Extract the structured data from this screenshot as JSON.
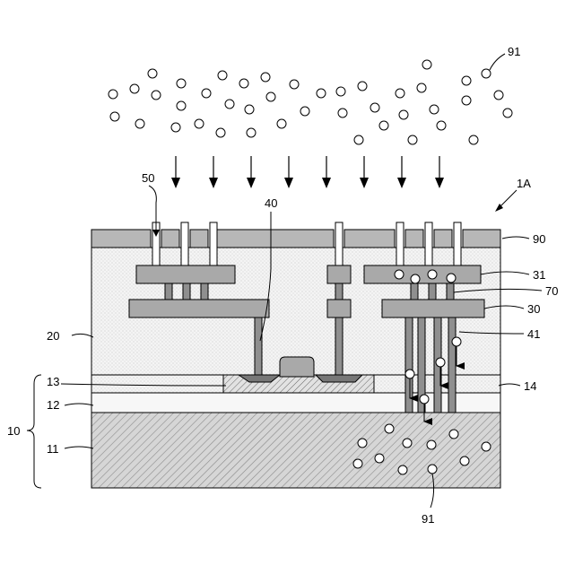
{
  "labels": {
    "particles_top": "91",
    "device": "1A",
    "openings": "50",
    "gate": "40",
    "cap_layer": "90",
    "electrode_upper": "31",
    "vias": "70",
    "electrode_lower": "30",
    "interlayer": "20",
    "paths": "41",
    "region_13": "13",
    "layer_14": "14",
    "layer_12": "12",
    "substrate_group": "10",
    "layer_11": "11",
    "particles_bottom": "91"
  },
  "colors": {
    "cap_fill": "#b7b7b7",
    "metal_fill": "#a9a9a9",
    "dielectric_dots": "#cfcfcf",
    "substrate_hatch": "#8a8a8a"
  }
}
